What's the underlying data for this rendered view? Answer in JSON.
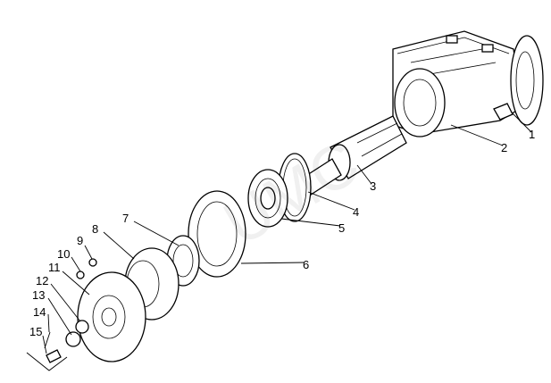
{
  "diagram": {
    "type": "exploded-parts-view",
    "callouts": [
      "1",
      "2",
      "3",
      "4",
      "5",
      "6",
      "7",
      "8",
      "9",
      "10",
      "11",
      "12",
      "13",
      "14",
      "15"
    ]
  }
}
